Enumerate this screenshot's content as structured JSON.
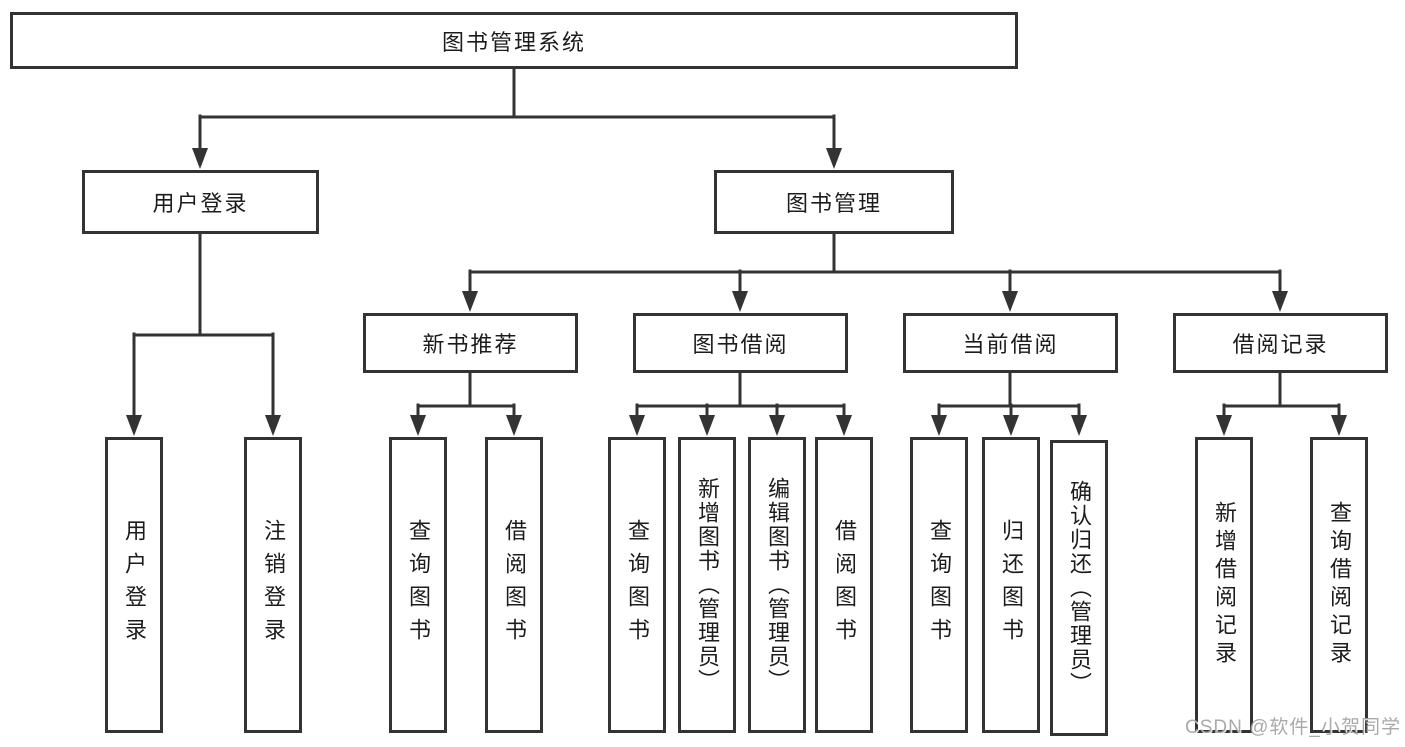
{
  "tree": {
    "label": "图书管理系统",
    "children": [
      {
        "label": "用户登录",
        "children": [
          {
            "label": "用户登录"
          },
          {
            "label": "注销登录"
          }
        ]
      },
      {
        "label": "图书管理",
        "children": [
          {
            "label": "新书推荐",
            "children": [
              {
                "label": "查询图书"
              },
              {
                "label": "借阅图书"
              }
            ]
          },
          {
            "label": "图书借阅",
            "children": [
              {
                "label": "查询图书"
              },
              {
                "label": "新增图书（管理员）"
              },
              {
                "label": "编辑图书（管理员）"
              },
              {
                "label": "借阅图书"
              }
            ]
          },
          {
            "label": "当前借阅",
            "children": [
              {
                "label": "查询图书"
              },
              {
                "label": "归还图书"
              },
              {
                "label": "确认归还（管理员）"
              }
            ]
          },
          {
            "label": "借阅记录",
            "children": [
              {
                "label": "新增借阅记录"
              },
              {
                "label": "查询借阅记录"
              }
            ]
          }
        ]
      }
    ]
  },
  "watermark": "CSDN @软件_小贺同学",
  "colors": {
    "line": "#333333",
    "border": "#333333",
    "text": "#1c1c1c",
    "background": "#ffffff",
    "watermark": "#a3a3a3"
  }
}
